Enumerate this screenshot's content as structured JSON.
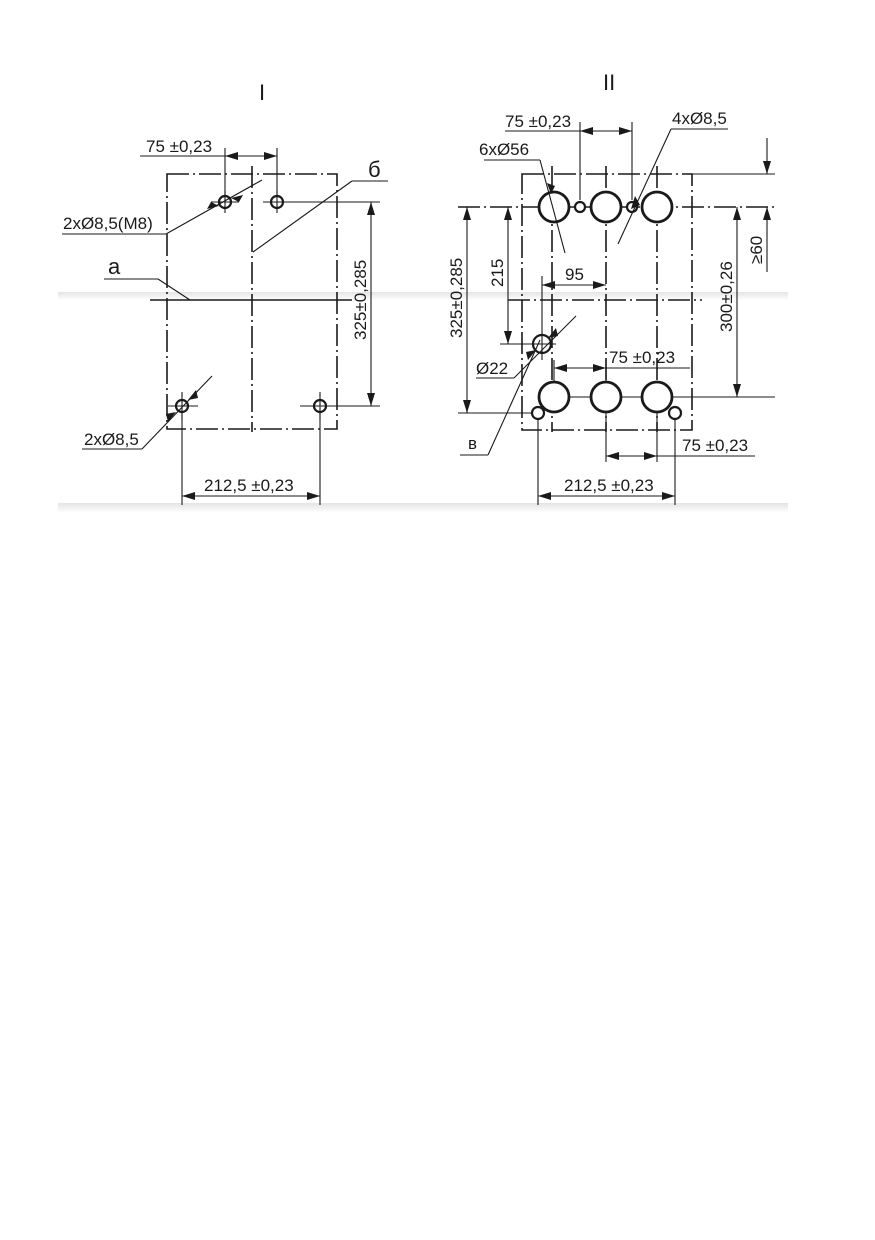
{
  "views": [
    {
      "title": "I",
      "labels": {
        "dim_top": "75 ±0,23",
        "holes_top": "2xØ8,5(M8)",
        "callout_a": "а",
        "callout_b": "б",
        "dim_height": "325±0,285",
        "holes_bottom": "2xØ8,5",
        "dim_bottom": "212,5 ±0,23"
      }
    },
    {
      "title": "II",
      "labels": {
        "dim_top": "75 ±0,23",
        "holes_small": "4xØ8,5",
        "holes_big": "6xØ56",
        "dim_height_left": "325±0,285",
        "dim_215": "215",
        "dim_95": "95",
        "hole_22": "Ø22",
        "dim_mid": "75 ±0,23",
        "callout_v": "в",
        "dim_right_bottom": "75 ±0,23",
        "dim_bottom": "212,5 ±0,23",
        "dim_height_right": "300±0,26",
        "dim_min": "≥60"
      }
    }
  ]
}
